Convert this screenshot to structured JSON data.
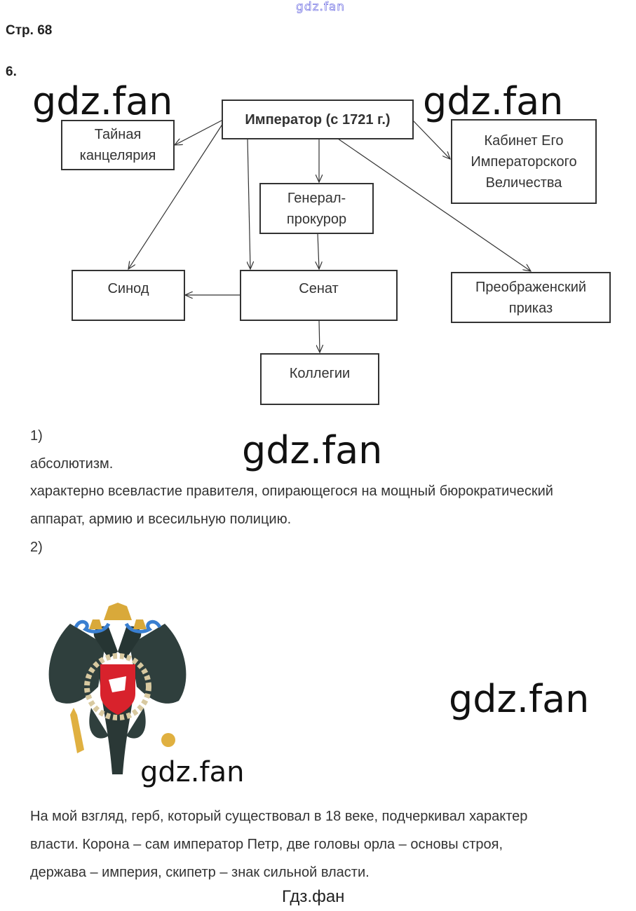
{
  "top_watermark": "gdz.fan",
  "page_label": "Стр. 68",
  "task_number": "6.",
  "watermark": "gdz.fan",
  "diagram": {
    "emperor": "Император (с 1721 г.)",
    "secret_chancery": [
      "Тайная",
      "канцелярия"
    ],
    "cabinet": [
      "Кабинет Его",
      "Императорского",
      "Величества"
    ],
    "prosecutor_general": [
      "Генерал-",
      "прокурор"
    ],
    "synod": "Синод",
    "senate": "Сенат",
    "preobrazhensky": [
      "Преображенский",
      "приказ"
    ],
    "collegia": "Коллегии"
  },
  "answers": {
    "q1_label": "1)",
    "q1_line1": "абсолютизм.",
    "q1_line2": "характерно всевластие правителя, опирающегося на мощный бюрократический",
    "q1_line3": "аппарат, армию и всесильную полицию.",
    "q2_label": "2)",
    "q2_line1": "На мой взгляд, герб, который существовал в 18 веке, подчеркивал характер",
    "q2_line2": "власти. Корона – сам император Петр, две головы орла – основы строя,",
    "q2_line3": "держава – империя, скипетр – знак сильной власти."
  },
  "footer": "Гдз.фан"
}
